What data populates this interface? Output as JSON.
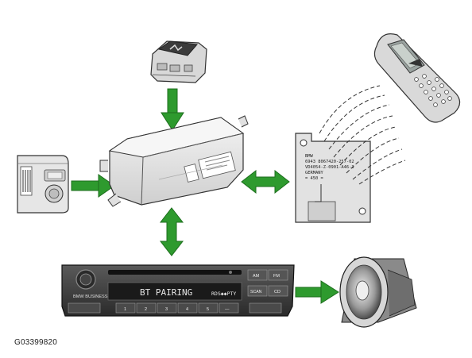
{
  "figure_id": "G03399820",
  "radio": {
    "brand": "BMW BUSINESS CD",
    "display_text": "BT PAIRING",
    "display_right": "RDS◆◆PTY",
    "buttons": {
      "am": "AM",
      "fm": "FM",
      "scan": "SCAN",
      "cd": "CD",
      "presets": [
        "1",
        "2",
        "3",
        "4",
        "5",
        "—"
      ]
    }
  },
  "antenna_module": {
    "label_lines": [
      "BMW",
      "6943 8067420-257-02",
      "VD4054-Z-0901-A46-3",
      "GERMANY",
      "= 450 ="
    ]
  },
  "colors": {
    "arrow": "#2e9a2e",
    "arrow_edge": "#1d6e1d",
    "device_body": "#e4e4e4",
    "radio_body": "#3a3a3a"
  },
  "icons": [
    "switch-icon",
    "control-module-icon",
    "microphone-icon",
    "antenna-module-icon",
    "mobile-phone-icon",
    "radio-icon",
    "speaker-icon"
  ]
}
